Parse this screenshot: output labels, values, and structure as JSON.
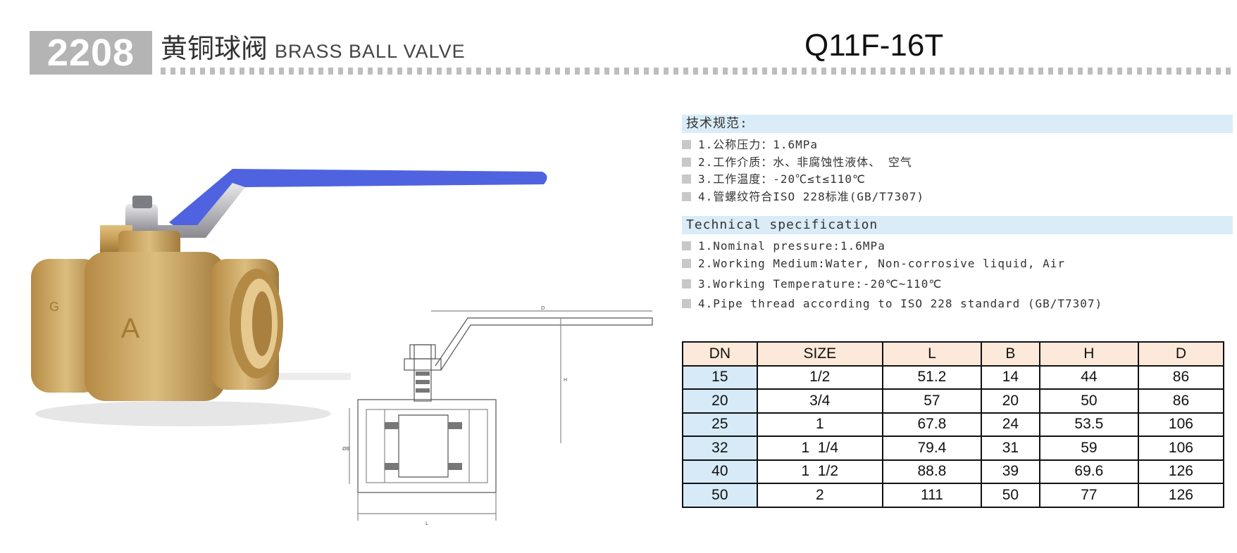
{
  "header": {
    "code": "2208",
    "title_cn": "黄铜球阀",
    "title_en": "BRASS BALL VALVE",
    "model": "Q11F-16T"
  },
  "spec_cn": {
    "heading": "技术规范:",
    "items": [
      "1.公称压力：1.6MPa",
      "2.工作介质：水、非腐蚀性液体、 空气",
      "3.工作温度：-20℃≤t≤110℃",
      "4.管螺纹符合ISO 228标准(GB/T7307)"
    ]
  },
  "spec_en": {
    "heading": "Technical specification",
    "items": [
      "1.Nominal pressure:1.6MPa",
      "2.Working Medium:Water, Non-corrosive liquid, Air",
      "3.Working Temperature:-20℃~110℃",
      "4.Pipe thread according to ISO 228 standard (GB/T7307)"
    ]
  },
  "drawing_labels": {
    "d": "D",
    "h": "H",
    "l": "L",
    "b": "ØB"
  },
  "table": {
    "headers": [
      "DN",
      "SIZE",
      "L",
      "B",
      "H",
      "D"
    ],
    "rows": [
      [
        "15",
        "1/2",
        "51.2",
        "14",
        "44",
        "86"
      ],
      [
        "20",
        "3/4",
        "57",
        "20",
        "50",
        "86"
      ],
      [
        "25",
        "1",
        "67.8",
        "24",
        "53.5",
        "106"
      ],
      [
        "32",
        "1  1/4",
        "79.4",
        "31",
        "59",
        "106"
      ],
      [
        "40",
        "1  1/2",
        "88.8",
        "39",
        "69.6",
        "126"
      ],
      [
        "50",
        "2",
        "111",
        "50",
        "77",
        "126"
      ]
    ]
  },
  "colors": {
    "header_box": "#b4b4b4",
    "spec_bar": "#d9ecf7",
    "table_head": "#fde9d9",
    "table_dn": "#d6eaf8",
    "handle": "#4f63e0",
    "brass": "#c9a25a"
  }
}
